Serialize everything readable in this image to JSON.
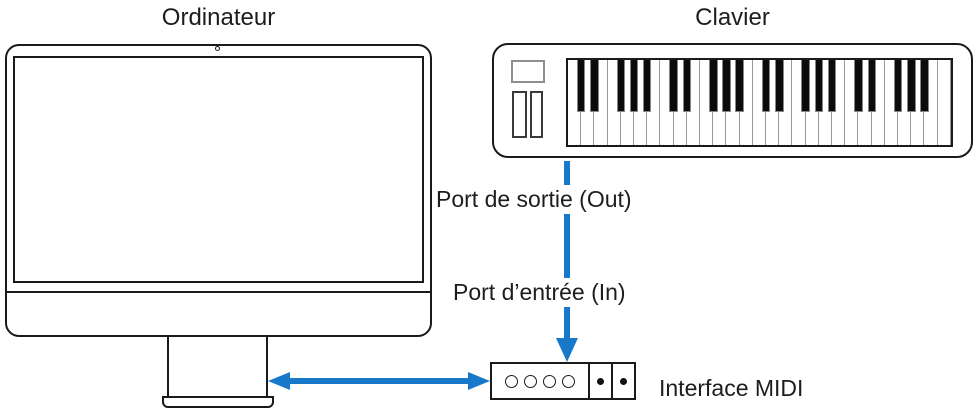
{
  "palette": {
    "arrow_blue": "#1879CB",
    "stroke_black": "#1a1a1a",
    "text_color": "#1d1d1f",
    "background": "#ffffff"
  },
  "labels": {
    "computer_title": "Ordinateur",
    "keyboard_title": "Clavier",
    "out_port": "Port de sortie (Out)",
    "in_port": "Port d’entrée (In)",
    "interface": "Interface MIDI"
  },
  "keyboard": {
    "white_keys": 29,
    "octaves": 4,
    "black_key_boundaries_per_octave": [
      1,
      2,
      4,
      5,
      6
    ]
  },
  "midi_interface": {
    "circle_ports": 4,
    "dot_ports": 2
  }
}
